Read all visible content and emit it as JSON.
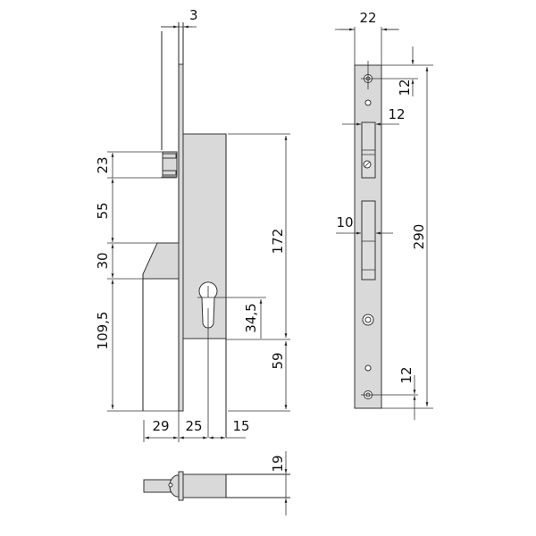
{
  "title": "Mortise lock technical drawing",
  "dimensions": {
    "faceplate_thickness": "3",
    "deadbolt_height": "23",
    "deadbolt_to_latch": "55",
    "latch_height": "30",
    "latch_to_bottom": "109,5",
    "case_height": "172",
    "cylinder_offset": "34,5",
    "cylinder_to_bottom": "59",
    "latch_projection": "29",
    "backset": "25",
    "cylinder_to_back": "15",
    "case_thickness": "19",
    "faceplate_width": "22",
    "screw_offset_top": "12",
    "latch_window_width": "12",
    "deadbolt_window_width": "10",
    "screw_offset_bottom": "12",
    "faceplate_length": "290"
  }
}
